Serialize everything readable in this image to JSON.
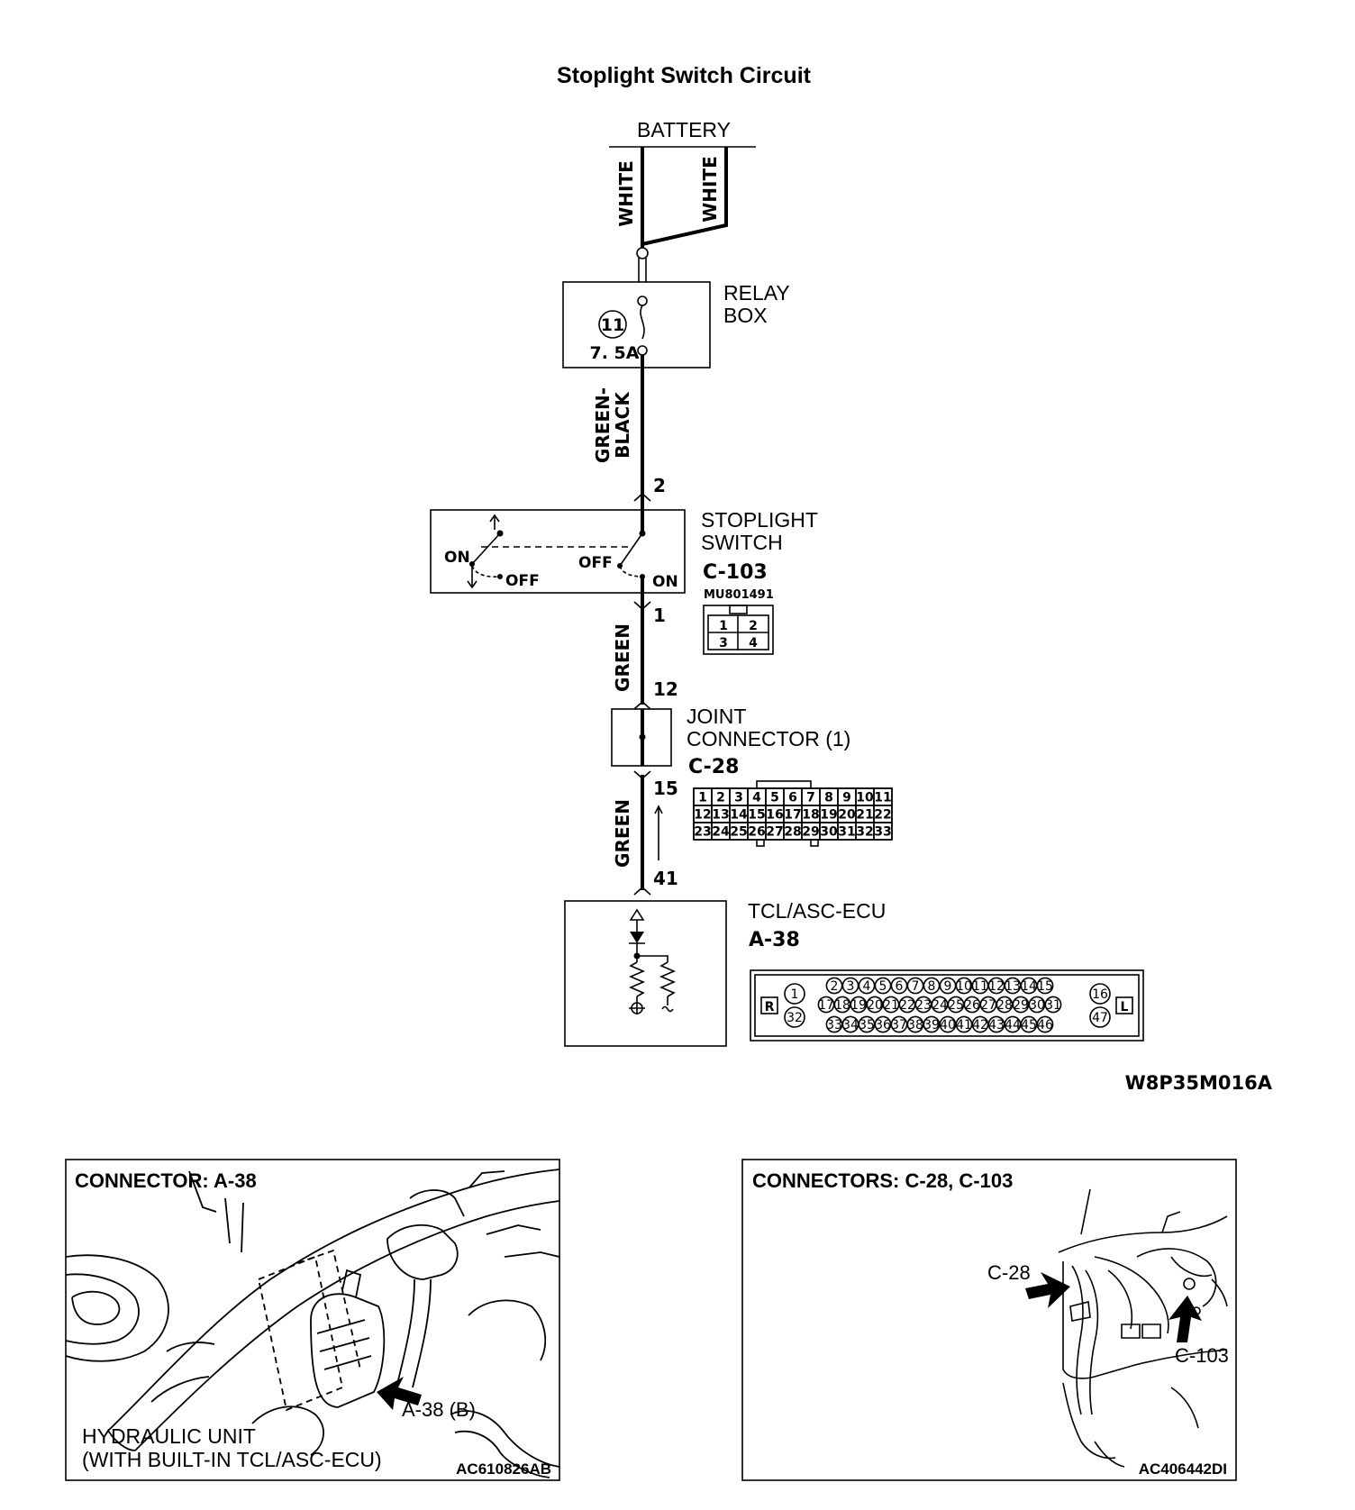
{
  "title": "Stoplight Switch Circuit",
  "figure_code": "W8P35M016A",
  "battery": {
    "label": "BATTERY"
  },
  "wires": {
    "battery_left": "WHITE",
    "battery_right": "WHITE",
    "relay_to_switch": "GREEN-BLACK",
    "green_top": "GREEN",
    "green_bottom": "GREEN"
  },
  "relay_box": {
    "label_line1": "RELAY",
    "label_line2": "BOX",
    "fuse_number": "11",
    "fuse_rating": "7. 5A"
  },
  "stoplight_switch": {
    "label_line1": "STOPLIGHT",
    "label_line2": "SWITCH",
    "connector": "C-103",
    "part_number": "MU801491",
    "pin_top": "2",
    "pin_bottom": "1",
    "left_on": "ON",
    "left_off": "OFF",
    "right_off": "OFF",
    "right_on": "ON",
    "face_pins": [
      "1",
      "2",
      "3",
      "4"
    ]
  },
  "joint_connector": {
    "label_line1": "JOINT",
    "label_line2": "CONNECTOR (1)",
    "connector": "C-28",
    "pin_in": "12",
    "pin_out": "15",
    "face_rows": [
      [
        "1",
        "2",
        "3",
        "4",
        "5",
        "6",
        "7",
        "8",
        "9",
        "10",
        "11"
      ],
      [
        "12",
        "13",
        "14",
        "15",
        "16",
        "17",
        "18",
        "19",
        "20",
        "21",
        "22"
      ],
      [
        "23",
        "24",
        "25",
        "26",
        "27",
        "28",
        "29",
        "30",
        "31",
        "32",
        "33"
      ]
    ]
  },
  "ecu": {
    "label": "TCL/ASC-ECU",
    "connector": "A-38",
    "pin": "41",
    "left_tag": "R",
    "right_tag": "L",
    "left_pins": [
      "1",
      "32"
    ],
    "right_pins": [
      "16",
      "47"
    ],
    "row1": [
      "2",
      "3",
      "4",
      "5",
      "6",
      "7",
      "8",
      "9",
      "10",
      "11",
      "12",
      "13",
      "14",
      "15"
    ],
    "row2": [
      "17",
      "18",
      "19",
      "20",
      "21",
      "22",
      "23",
      "24",
      "25",
      "26",
      "27",
      "28",
      "29",
      "30",
      "31"
    ],
    "row3": [
      "33",
      "34",
      "35",
      "36",
      "37",
      "38",
      "39",
      "40",
      "41",
      "42",
      "43",
      "44",
      "45",
      "46"
    ]
  },
  "panel_left": {
    "header": "CONNECTOR: A-38",
    "callout": "A-38 (B)",
    "caption_line1": "HYDRAULIC UNIT",
    "caption_line2": "(WITH BUILT-IN TCL/ASC-ECU)",
    "code": "AC610826AB"
  },
  "panel_right": {
    "header": "CONNECTORS: C-28, C-103",
    "callout_1": "C-28",
    "callout_2": "C-103",
    "code": "AC406442DI"
  }
}
